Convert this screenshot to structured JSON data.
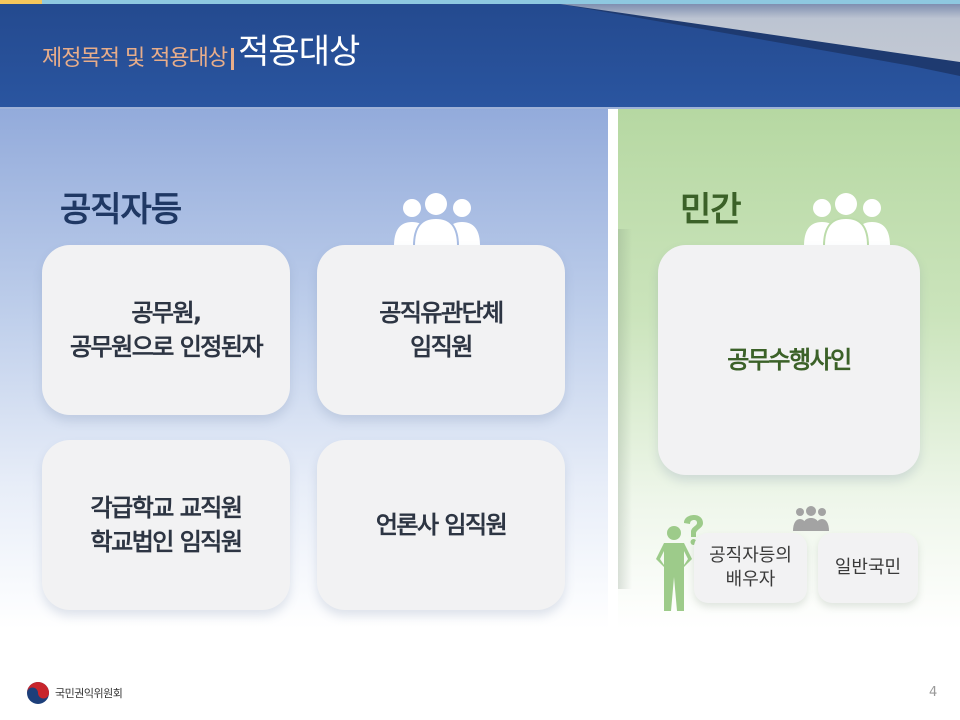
{
  "header": {
    "breadcrumb": "제정목적 및 적용대상",
    "title": "적용대상"
  },
  "colors": {
    "header_blue": "#2a55a0",
    "breadcrumb_peach": "#e8ad8a",
    "left_panel_blue": "#93abdb",
    "right_panel_green": "#b6d8a2",
    "left_title": "#1f3864",
    "right_title": "#3b6128"
  },
  "left_section": {
    "title": "공직자등",
    "icon": "people-group-icon",
    "cards": [
      {
        "label": "공무원,\n공무원으로 인정된자"
      },
      {
        "label": "공직유관단체\n임직원"
      },
      {
        "label": "각급학교 교직원\n학교법인 임직원"
      },
      {
        "label": "언론사 임직원"
      }
    ]
  },
  "right_section": {
    "title": "민간",
    "icon": "people-group-icon",
    "main_card": {
      "label": "공무수행사인"
    },
    "small_cards": [
      {
        "label": "공직자등의\n배우자",
        "icon": "person-question-icon"
      },
      {
        "label": "일반국민",
        "icon": "people-group-icon"
      }
    ]
  },
  "footer": {
    "org_name": "국민권익위원회",
    "page_number": "4"
  }
}
